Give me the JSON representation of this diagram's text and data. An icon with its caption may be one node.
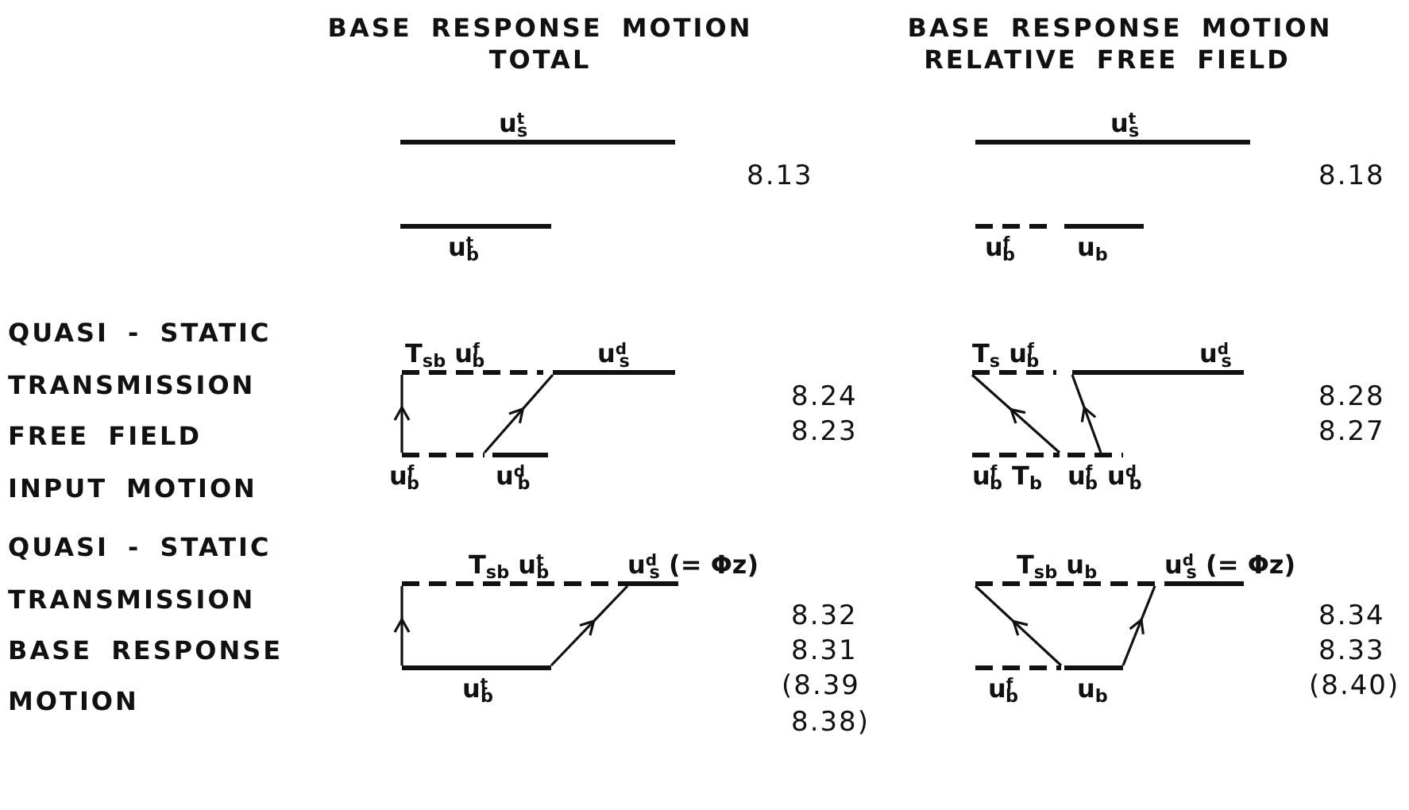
{
  "diagram": {
    "nodes": [
      {
        "text": [
          "u$^{t}$$_{s}$"
        ]
      },
      {
        "text": [
          "u$^{t}$$_{b}$"
        ]
      },
      {
        "text": [
          "u$^{t}$$_{s}$"
        ]
      },
      {
        "text": [
          "u$^{f}$$_{b}$"
        ]
      },
      {
        "text": [
          "u$_{b}$"
        ]
      },
      {
        "text": [
          "T$_{sb}$ u$^{f}$$_{b}$"
        ]
      },
      {
        "text": [
          "u$^{d}$$_{s}$"
        ]
      },
      {
        "text": [
          "T$_{s}$ u$^{f}$$_{b}$"
        ]
      },
      {
        "text": [
          "u$^{d}$$_{s}$"
        ]
      },
      {
        "text": [
          "u$^{f}$$_{b}$"
        ]
      },
      {
        "text": [
          "u$^{d}$$_{b}$"
        ]
      },
      {
        "text": [
          "u$^{f}$$_{b}$",
          "T$_{b}$"
        ]
      },
      {
        "text": [
          "u$^{f}$$_{b}$",
          "u$^{d}$$_{b}$"
        ]
      },
      {
        "text": [
          "T$_{sb}$ u$^{t}$$_{b}$"
        ]
      },
      {
        "text": [
          "u$^{d}$$_{s}$ (= Φz)"
        ]
      },
      {
        "text": [
          "T$_{sb}$ u$_{b}$"
        ]
      },
      {
        "text": [
          "u$^{d}$$_{s}$ (= Φz)"
        ]
      },
      {
        "text": [
          "u$^{t}$$_{b}$"
        ]
      },
      {
        "text": [
          "u$^{f}$$_{b}$"
        ]
      },
      {
        "text": [
          "u$_{b}$"
        ]
      }
    ],
    "edges": [
      {
        "from": 9,
        "to": 5,
        "arrow": "to"
      },
      {
        "from": 9,
        "to": 6,
        "arrow": "to"
      },
      {
        "from": 11,
        "to": 7,
        "arrow": "to"
      },
      {
        "from": 12,
        "to": 8,
        "arrow": "to"
      },
      {
        "from": 17,
        "to": 13,
        "arrow": "to"
      },
      {
        "from": 17,
        "to": 14,
        "arrow": "to"
      },
      {
        "from": 18,
        "to": 15,
        "arrow": "to"
      },
      {
        "from": 19,
        "to": 15,
        "arrow": "to"
      }
    ],
    "labels": [
      "BASE RESPONSE MOTION",
      "BASE RESPONSE MOTION",
      "TOTAL",
      "RELATIVE FREE FIELD",
      "8.13",
      "8.18",
      "QUASI - STATIC",
      "TRANSMISSION",
      "8.24",
      "8.28",
      "FREE FIELD",
      "8.23",
      "8.27",
      "INPUT MOTION",
      "QUASI - STATIC",
      "TRANSMISSION",
      "BASE RESPONSE",
      "8.32",
      "8.34",
      "8.31",
      "8.33",
      "(8.39",
      "(8.40)",
      "MOTION",
      "8.38)"
    ]
  }
}
